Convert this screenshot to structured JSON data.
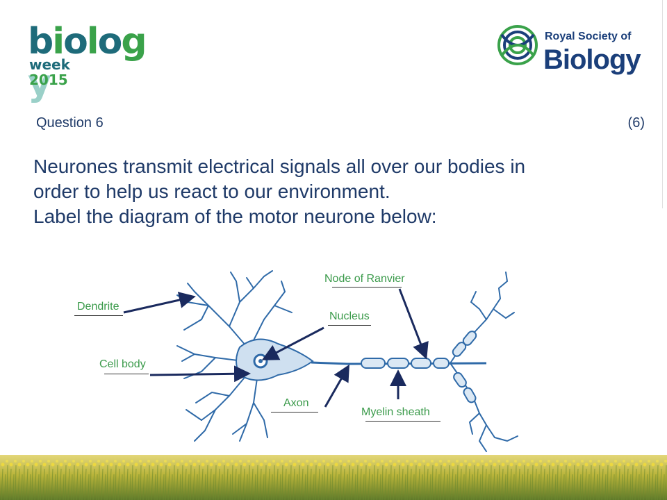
{
  "logos": {
    "left": {
      "word": "biology",
      "week": "week",
      "year": "2015"
    },
    "right": {
      "line1": "Royal Society of",
      "line2": "Biology"
    }
  },
  "question": {
    "label": "Question 6",
    "marks": "(6)",
    "lines": [
      "Neurones transmit electrical signals all over our bodies in",
      "order to help us react to our environment.",
      "Label the diagram of the motor neurone below:"
    ]
  },
  "diagram": {
    "labels": {
      "dendrite": "Dendrite",
      "cell_body": "Cell body",
      "nucleus": "Nucleus",
      "node_of_ranvier": "Node of Ranvier",
      "axon": "Axon",
      "myelin_sheath": "Myelin sheath"
    }
  },
  "colors": {
    "text": "#1f3a68",
    "label": "#3a9a4a",
    "arrow": "#1a2a5e",
    "neurone": "#2f6aa8"
  }
}
